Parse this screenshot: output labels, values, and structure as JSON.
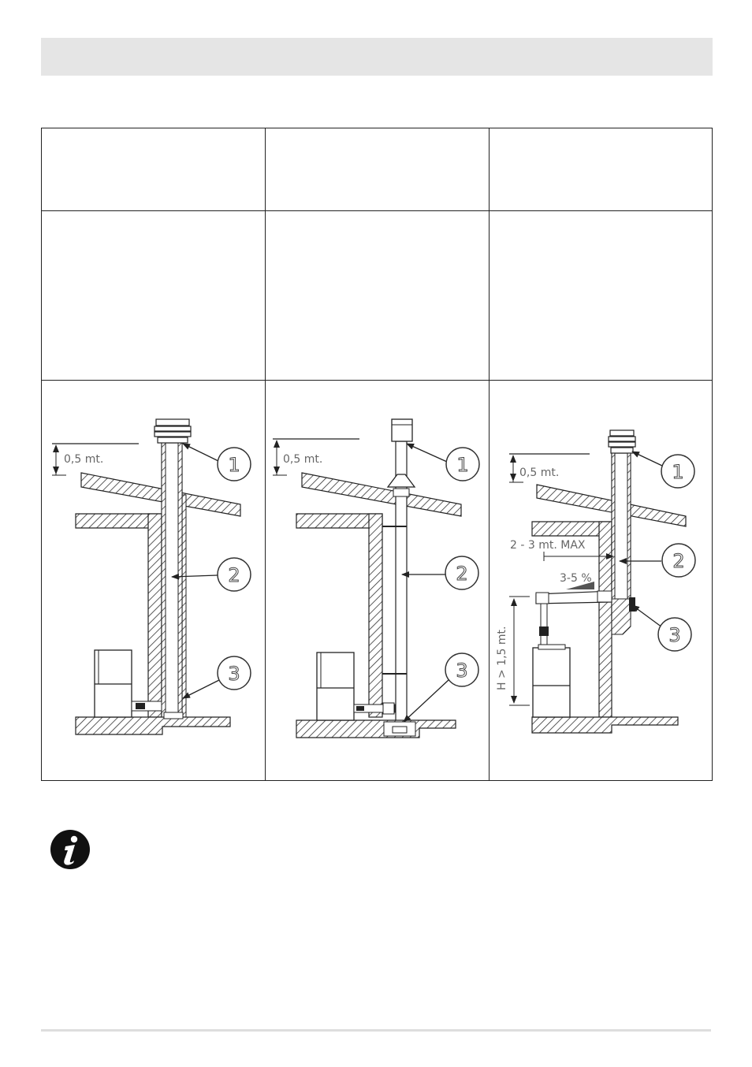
{
  "header": {
    "title": ""
  },
  "table": {
    "columns": [
      {
        "heading": "",
        "description": ""
      },
      {
        "heading": "",
        "description": ""
      },
      {
        "heading": "",
        "description": ""
      }
    ]
  },
  "figures": {
    "left": {
      "distance_label": "0,5 mt.",
      "callouts": [
        "1",
        "2",
        "3"
      ]
    },
    "middle": {
      "distance_label": "0,5 mt.",
      "callouts": [
        "1",
        "2",
        "3"
      ]
    },
    "right": {
      "distance_label": "0,5 mt.",
      "horizontal_label": "2 - 3 mt. MAX",
      "slope_label": "3-5 %",
      "height_label": "H > 1,5 mt.",
      "callouts": [
        "1",
        "2",
        "3"
      ]
    }
  },
  "note": {
    "icon": "info-icon",
    "text": ""
  }
}
